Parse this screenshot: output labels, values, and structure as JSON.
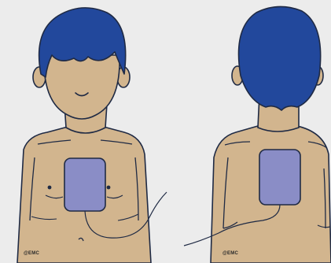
{
  "figures": {
    "front": {
      "view": "front",
      "credit": "@EMC"
    },
    "back": {
      "view": "back",
      "credit": "@EMC"
    }
  },
  "colors": {
    "background": "#ececec",
    "skin": "#d2b58e",
    "hair": "#22489c",
    "pad_fill": "#8a8dc6",
    "outline": "#1f2a44"
  },
  "icons": {
    "front_pad": "electrode-pad-icon",
    "back_pad": "electrode-pad-icon"
  }
}
